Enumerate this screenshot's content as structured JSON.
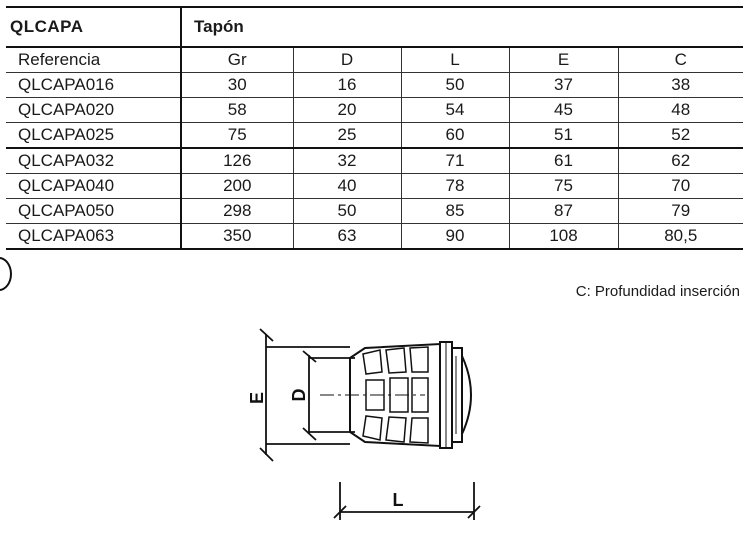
{
  "product": {
    "code": "QLCAPA",
    "name": "Tapón"
  },
  "table": {
    "headers": [
      "Referencia",
      "Gr",
      "D",
      "L",
      "E",
      "C"
    ],
    "rows": [
      [
        "QLCAPA016",
        "30",
        "16",
        "50",
        "37",
        "38"
      ],
      [
        "QLCAPA020",
        "58",
        "20",
        "54",
        "45",
        "48"
      ],
      [
        "QLCAPA025",
        "75",
        "25",
        "60",
        "51",
        "52"
      ],
      [
        "QLCAPA032",
        "126",
        "32",
        "71",
        "61",
        "62"
      ],
      [
        "QLCAPA040",
        "200",
        "40",
        "78",
        "75",
        "70"
      ],
      [
        "QLCAPA050",
        "298",
        "50",
        "85",
        "87",
        "79"
      ],
      [
        "QLCAPA063",
        "350",
        "63",
        "90",
        "108",
        "80,5"
      ]
    ]
  },
  "footnote": "C: Profundidad inserción",
  "drawing": {
    "label_e": "E",
    "label_d": "D",
    "label_l": "L"
  }
}
